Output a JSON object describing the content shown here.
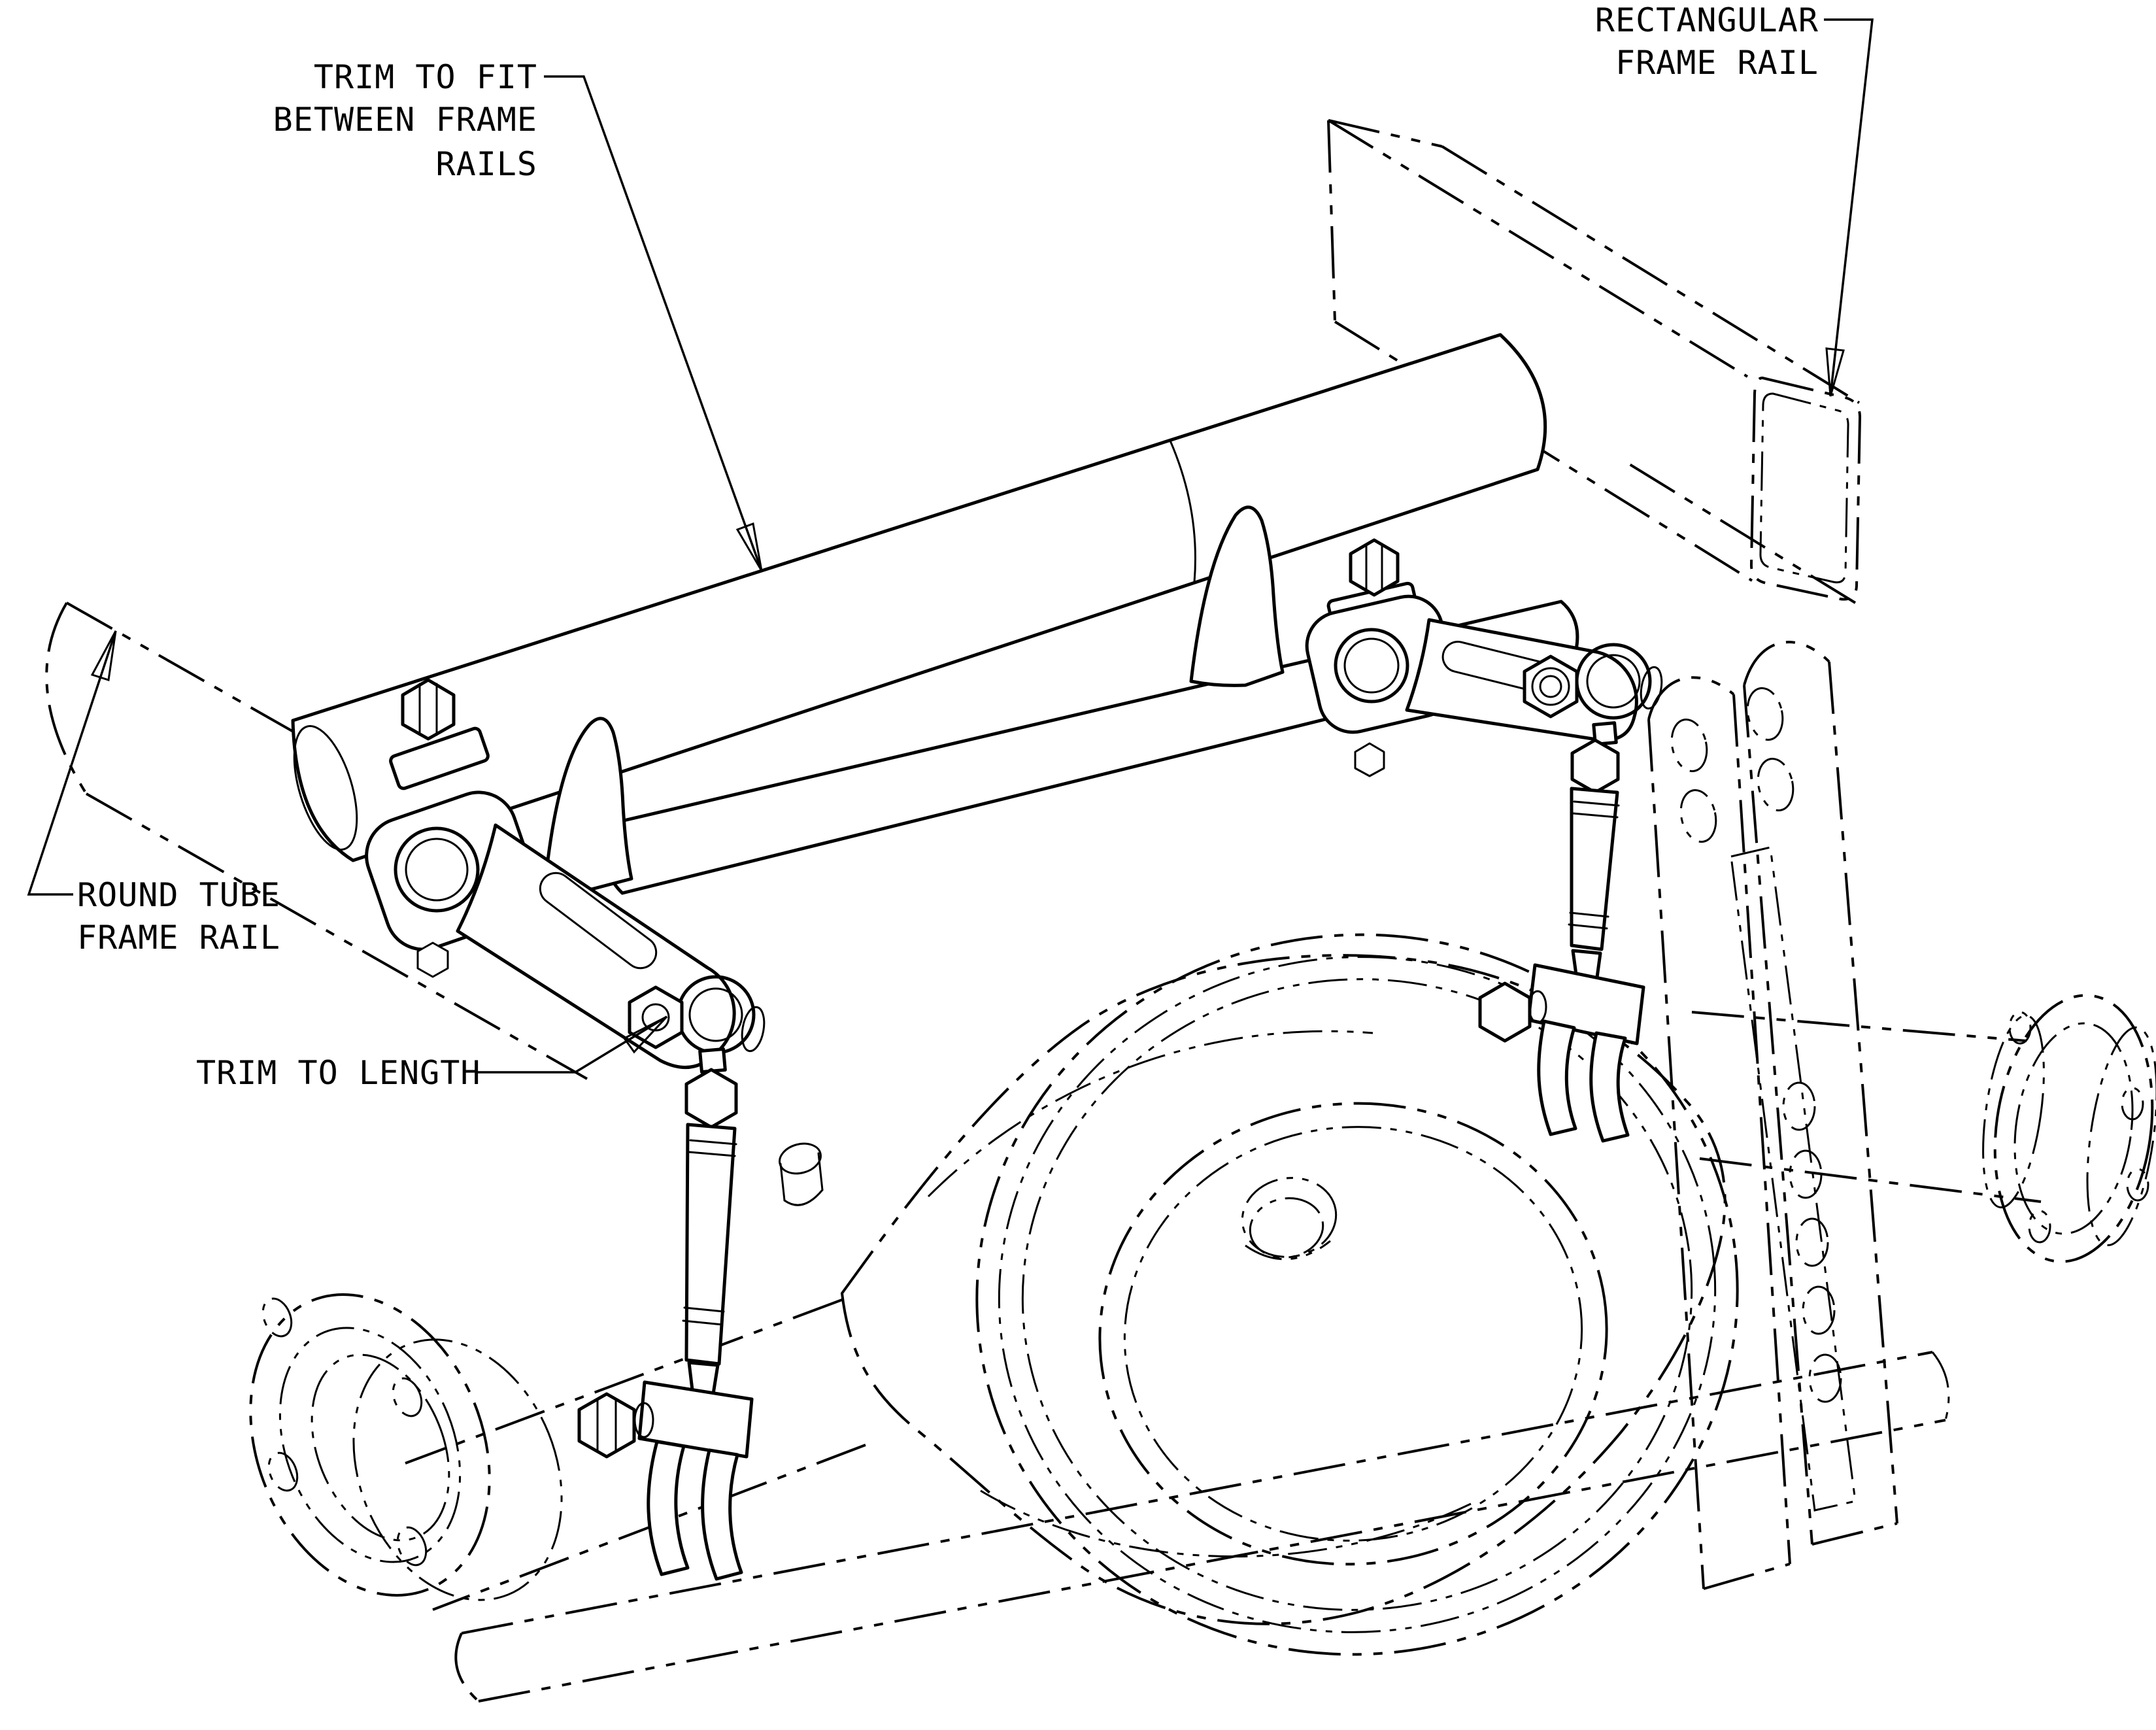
{
  "page": {
    "background_color": "#ffffff",
    "line_color": "#000000",
    "drawing_type": "isometric line drawing, rear axle crossmember installation"
  },
  "callouts": {
    "trim_to_fit": {
      "line1": "TRIM TO FIT",
      "line2": "BETWEEN FRAME",
      "line3": "RAILS"
    },
    "rectangular_frame_rail": {
      "line1": "RECTANGULAR",
      "line2": "FRAME RAIL"
    },
    "round_tube_frame_rail": {
      "line1": "ROUND TUBE",
      "line2": "FRAME RAIL"
    },
    "trim_to_length": {
      "line1": "TRIM TO LENGTH"
    }
  }
}
